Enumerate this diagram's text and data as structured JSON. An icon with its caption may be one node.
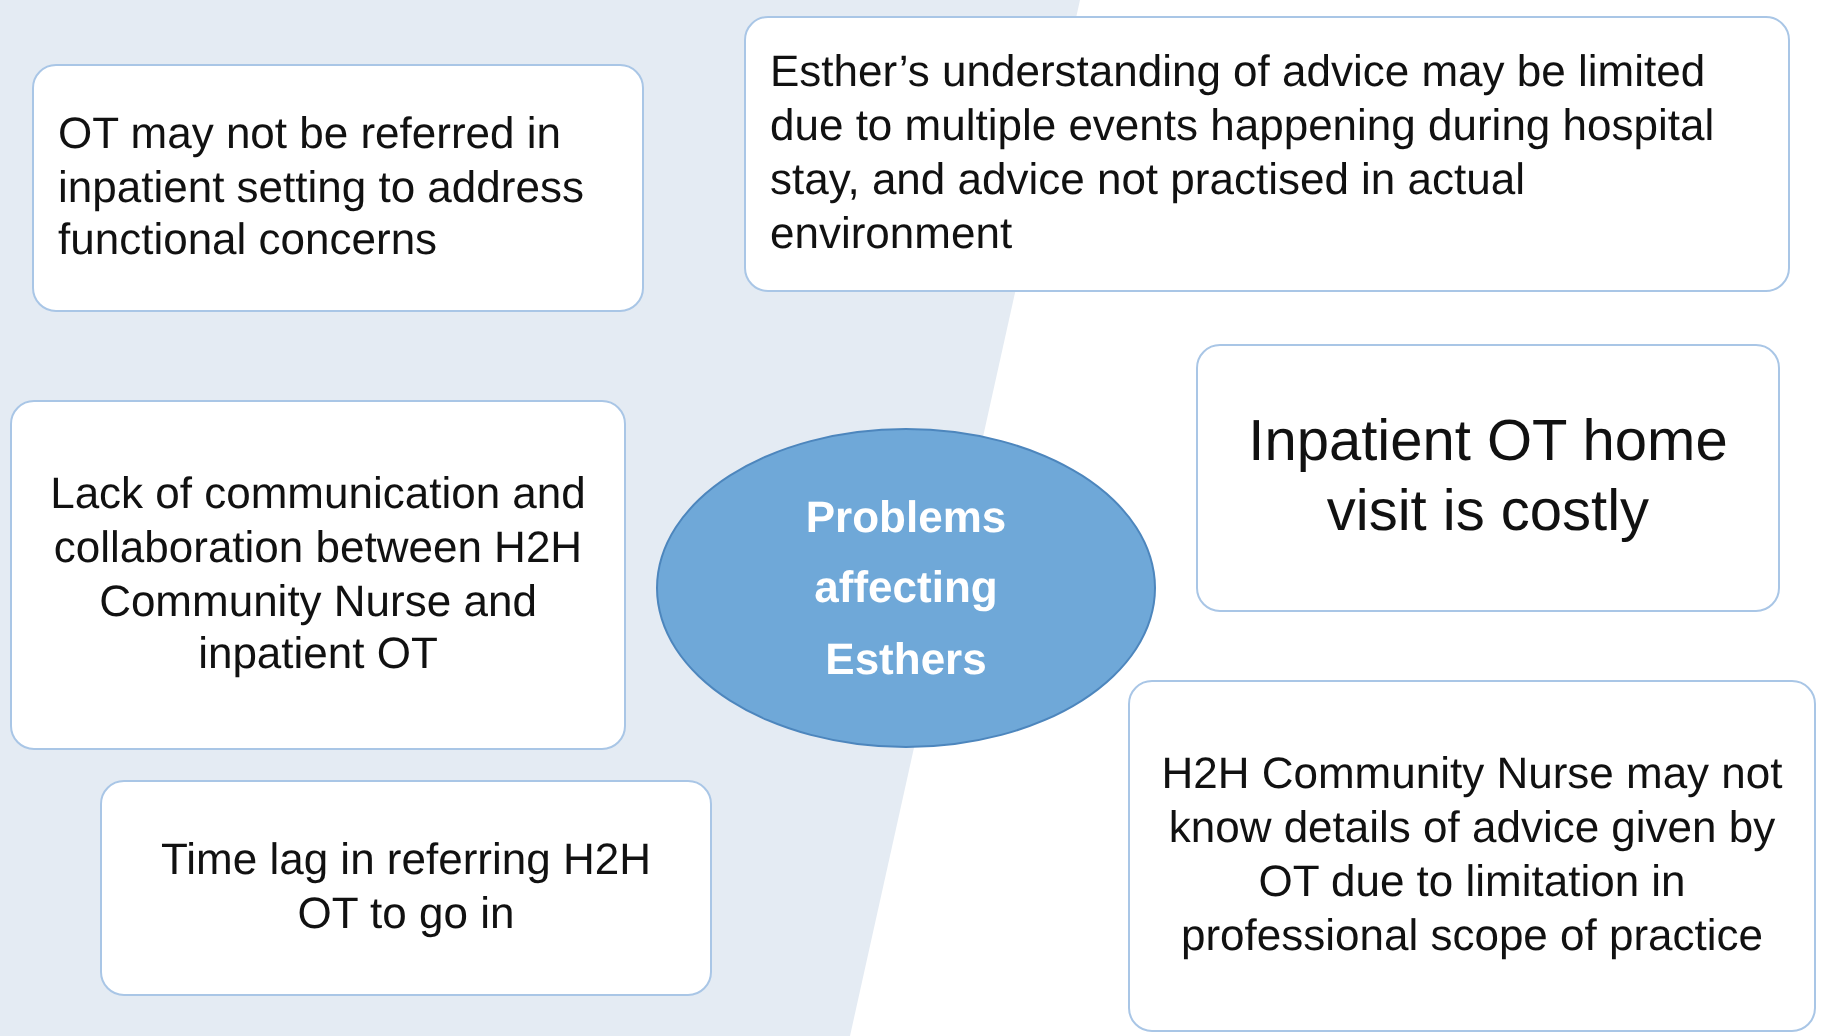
{
  "diagram": {
    "nodes": [
      {
        "text": [
          "OT may not be referred in inpatient setting to address functional concerns"
        ]
      },
      {
        "text": [
          "Esther’s understanding of advice may be limited due to multiple events happening during hospital stay, and advice not practised in actual environment"
        ]
      },
      {
        "text": [
          "Inpatient OT home visit is costly"
        ]
      },
      {
        "text": [
          "Lack of communication and collaboration between H2H Community Nurse and inpatient OT"
        ]
      },
      {
        "text": [
          "Problems affecting Esthers"
        ]
      },
      {
        "text": [
          "H2H Community Nurse may not know details of advice given by OT due to limitation in professional scope of practice"
        ]
      },
      {
        "text": [
          "Time lag in referring H2H OT to go in"
        ]
      }
    ],
    "edges": []
  }
}
